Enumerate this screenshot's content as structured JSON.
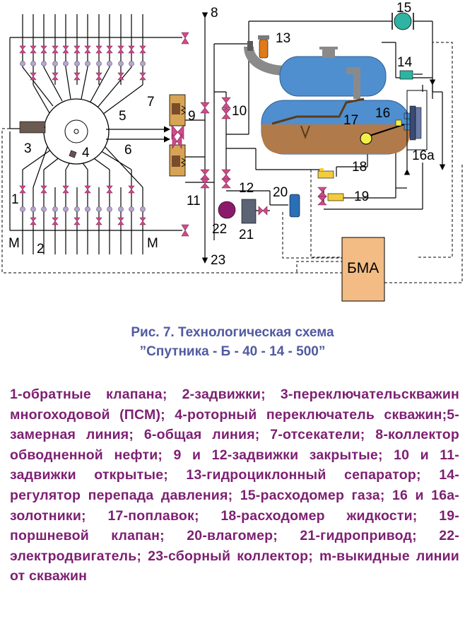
{
  "figure": {
    "labels": {
      "n1": "1",
      "n2": "2",
      "n3": "3",
      "n4": "4",
      "n5": "5",
      "n6": "6",
      "n7": "7",
      "n8": "8",
      "n9": "9",
      "n10": "10",
      "n11": "11",
      "n12": "12",
      "n13": "13",
      "n14": "14",
      "n15": "15",
      "n16": "16",
      "n16a": "16a",
      "n17": "17",
      "n18": "18",
      "n19": "19",
      "n20": "20",
      "n21": "21",
      "n22": "22",
      "n23": "23",
      "m_left": "M",
      "m_right": "M",
      "bma": "БМА"
    },
    "colors": {
      "line": "#000000",
      "valve": "#d14a8a",
      "node": "#b7a6cc",
      "tank": "#4f8fcf",
      "liquid": "#b07a4a",
      "cutoff": "#d7a455",
      "meter15": "#2fb3a3",
      "motor": "#8c1a6c",
      "drive": "#5b6374",
      "moisture": "#2b6fb8",
      "bma": "#f2bc84",
      "float": "#f2ef4a"
    }
  },
  "caption": {
    "title": "Рис. 7. Технологическая схема",
    "subtitle": "”Спутника - Б - 40 - 14 - 500”"
  },
  "legend": {
    "text": "1-обратные клапана; 2-задвижки; 3-переключательскважин многоходовой (ПСМ); 4-роторный переключатель скважин;5-замерная линия; 6-общая линия; 7-отсекатели; 8-коллектор обводненной нефти; 9 и 12-задвижки закрытые; 10 и 11-задвижки открытые; 13-гидроциклонный сепаратор; 14-регулятор перепада давления; 15-расходомер газа; 16 и 16а-золотники; 17-поплавок; 18-расходомер жидкости; 19-поршневой клапан; 20-влагомер; 21-гидропривод; 22-электродвигатель; 23-сборный коллектор; m-выкидные линии от скважин"
  }
}
